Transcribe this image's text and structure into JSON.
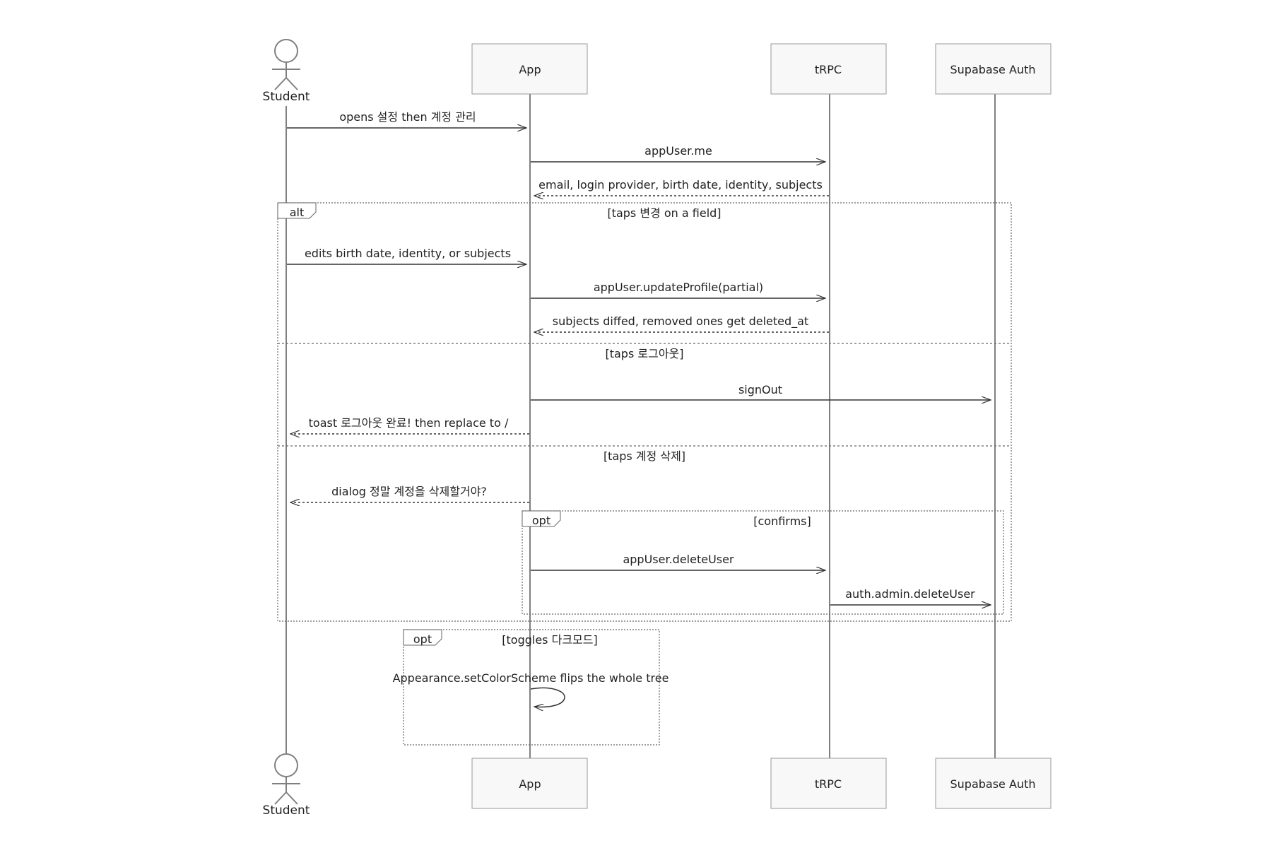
{
  "participants": [
    {
      "id": "student",
      "label": "Student",
      "kind": "actor"
    },
    {
      "id": "app",
      "label": "App",
      "kind": "box"
    },
    {
      "id": "trpc",
      "label": "tRPC",
      "kind": "box"
    },
    {
      "id": "auth",
      "label": "Supabase Auth",
      "kind": "box"
    }
  ],
  "messages": [
    {
      "from": "student",
      "to": "app",
      "label": "opens 설정 then 계정 관리",
      "style": "solid"
    },
    {
      "from": "app",
      "to": "trpc",
      "label": "appUser.me",
      "style": "solid"
    },
    {
      "from": "trpc",
      "to": "app",
      "label": "email, login provider, birth date, identity, subjects",
      "style": "dashed"
    },
    {
      "from": "student",
      "to": "app",
      "label": "edits birth date, identity, or subjects",
      "style": "solid"
    },
    {
      "from": "app",
      "to": "trpc",
      "label": "appUser.updateProfile(partial)",
      "style": "solid"
    },
    {
      "from": "trpc",
      "to": "app",
      "label": "subjects diffed, removed ones get deleted_at",
      "style": "dashed"
    },
    {
      "from": "app",
      "to": "auth",
      "label": "signOut",
      "style": "solid"
    },
    {
      "from": "app",
      "to": "student",
      "label": "toast 로그아웃 완료! then replace to /",
      "style": "dashed"
    },
    {
      "from": "app",
      "to": "student",
      "label": "dialog 정말 계정을 삭제할거야?",
      "style": "dashed"
    },
    {
      "from": "app",
      "to": "trpc",
      "label": "appUser.deleteUser",
      "style": "solid"
    },
    {
      "from": "trpc",
      "to": "auth",
      "label": "auth.admin.deleteUser",
      "style": "solid"
    },
    {
      "from": "app",
      "to": "app",
      "label": "Appearance.setColorScheme flips the whole tree",
      "style": "self"
    }
  ],
  "fragments": [
    {
      "keyword": "alt",
      "sections": [
        "[taps 변경 on a field]",
        "[taps 로그아웃]",
        "[taps 계정 삭제]"
      ]
    },
    {
      "keyword": "opt",
      "sections": [
        "[confirms]"
      ]
    },
    {
      "keyword": "opt",
      "sections": [
        "[toggles 다크모드]"
      ]
    }
  ],
  "colors": {
    "line": "#808080",
    "arrow": "#333333",
    "box_fill": "#f8f8f8",
    "box_stroke": "#999999",
    "text": "#222222"
  }
}
